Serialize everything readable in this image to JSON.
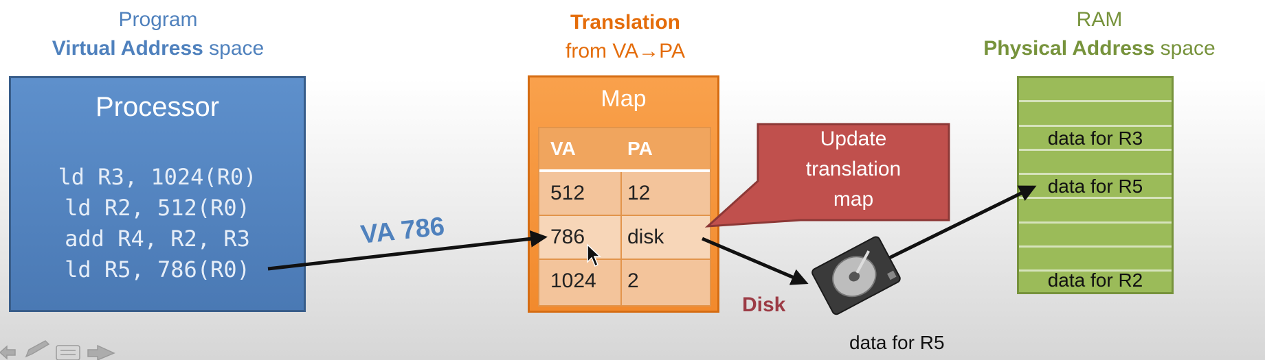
{
  "headers": {
    "program": {
      "line1": "Program",
      "line2_bold": "Virtual Address",
      "line2_rest": " space"
    },
    "translation": {
      "line1": "Translation",
      "line2": "from VA→PA"
    },
    "ram": {
      "line1": "RAM",
      "line2_bold": "Physical Address",
      "line2_rest": " space"
    }
  },
  "processor": {
    "title": "Processor",
    "code": [
      "ld R3, 1024(R0)",
      "ld R2, 512(R0)",
      "add R4, R2, R3",
      "ld R5, 786(R0)"
    ]
  },
  "map": {
    "title": "Map",
    "columns": [
      "VA",
      "PA"
    ],
    "rows": [
      {
        "va": "512",
        "pa": "12"
      },
      {
        "va": "786",
        "pa": "disk"
      },
      {
        "va": "1024",
        "pa": "2"
      }
    ]
  },
  "callout": {
    "lines": [
      "Update",
      "translation",
      "map"
    ]
  },
  "ram_slots": [
    "",
    "",
    "data for R3",
    "",
    "data for R5",
    "",
    "",
    "",
    "data for R2"
  ],
  "disk": {
    "label": "Disk",
    "data": "data for R5"
  },
  "va_arrow_label": "VA 786",
  "colors": {
    "program_blue": "#4f81bd",
    "translation_orange": "#e46c0a",
    "ram_green": "#77933c",
    "callout_red": "#c0504d",
    "disk_label": "#9c3b45"
  }
}
